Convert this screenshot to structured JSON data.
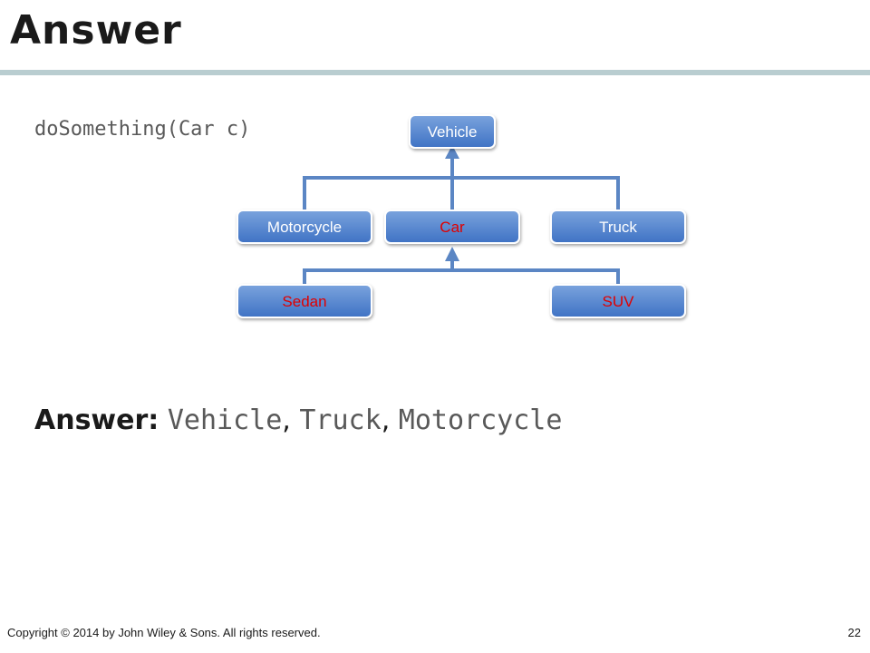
{
  "slide": {
    "title": "Answer",
    "code_line": "doSomething(Car c)",
    "answer": {
      "label": "Answer:",
      "items": [
        "Vehicle",
        "Truck",
        "Motorcycle"
      ],
      "separator": ","
    },
    "footer": "Copyright © 2014 by John Wiley & Sons.  All rights reserved.",
    "page_number": "22"
  },
  "diagram": {
    "nodes": {
      "vehicle": {
        "label": "Vehicle",
        "text_color": "#ffffff"
      },
      "motorcycle": {
        "label": "Motorcycle",
        "text_color": "#ffffff"
      },
      "car": {
        "label": "Car",
        "text_color": "#e00000"
      },
      "truck": {
        "label": "Truck",
        "text_color": "#ffffff"
      },
      "sedan": {
        "label": "Sedan",
        "text_color": "#e00000"
      },
      "suv": {
        "label": "SUV",
        "text_color": "#e00000"
      }
    },
    "edges": [
      {
        "from": "motorcycle",
        "to": "vehicle"
      },
      {
        "from": "car",
        "to": "vehicle"
      },
      {
        "from": "truck",
        "to": "vehicle"
      },
      {
        "from": "sedan",
        "to": "car"
      },
      {
        "from": "suv",
        "to": "car"
      }
    ],
    "colors": {
      "node_fill_top": "#6f9ad8",
      "node_fill_bottom": "#3f72c4",
      "node_border": "#ffffff",
      "connector": "#4f7fc0",
      "title_bar": "#b9cdd0"
    }
  }
}
